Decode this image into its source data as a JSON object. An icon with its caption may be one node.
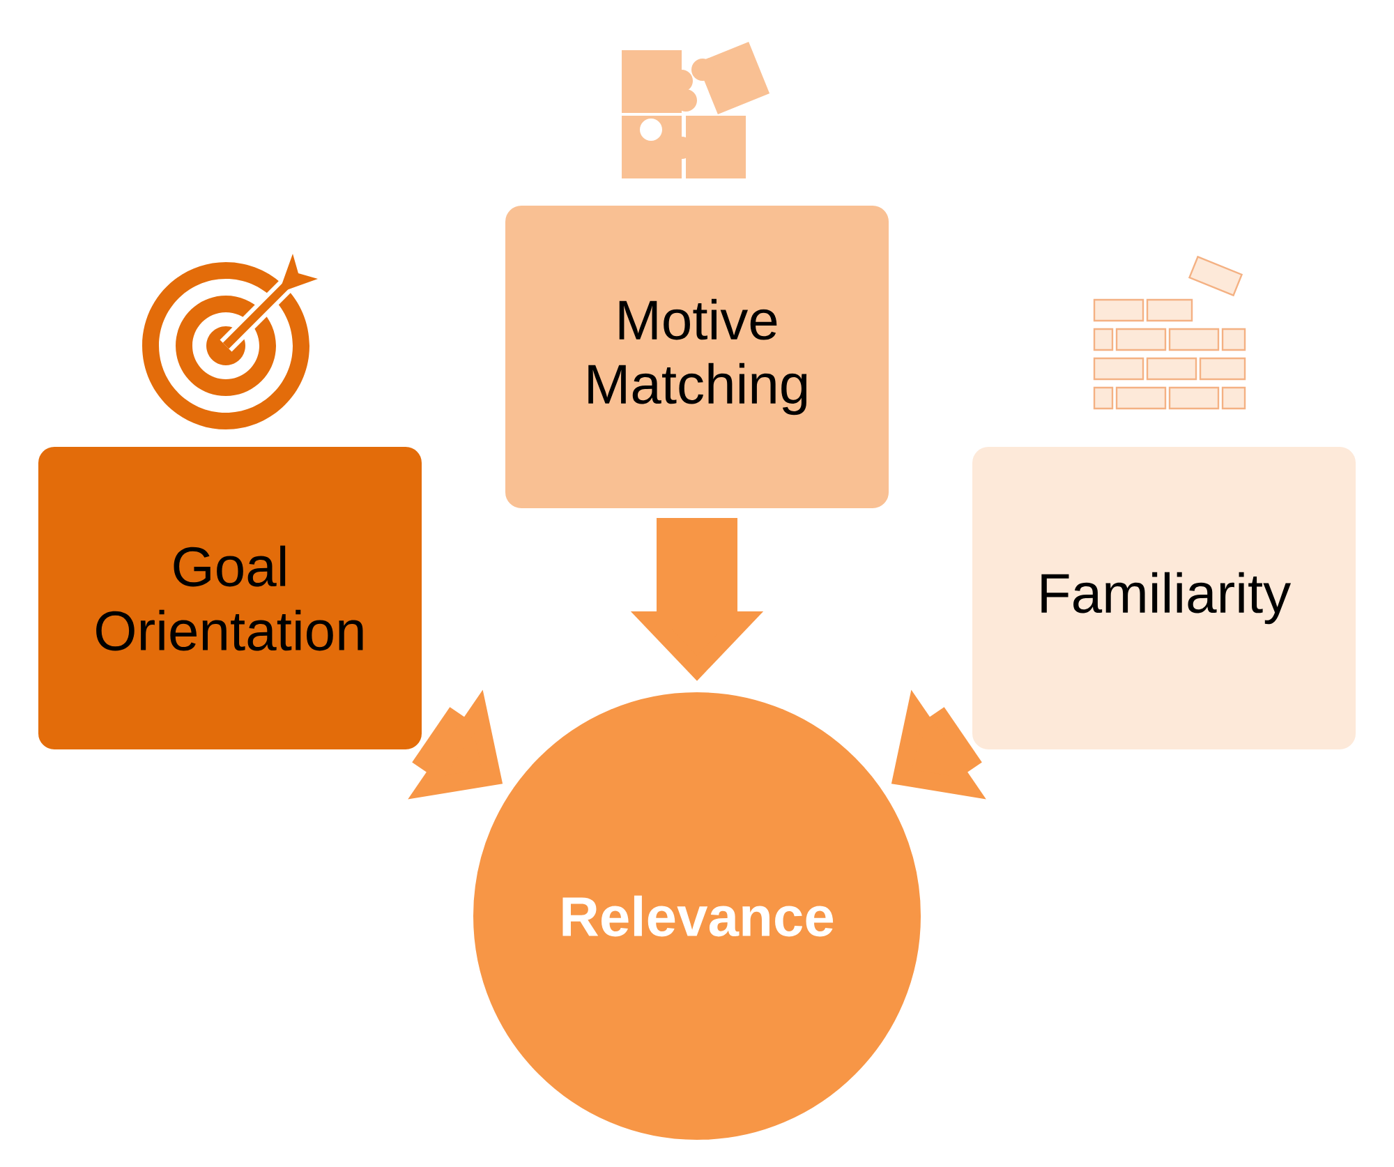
{
  "diagram": {
    "nodes": [
      {
        "text": [
          "Goal Orientation"
        ]
      },
      {
        "text": [
          "Motive Matching"
        ]
      },
      {
        "text": [
          "Familiarity"
        ]
      },
      {
        "text": [
          "Relevance"
        ]
      }
    ],
    "edges": [
      {
        "from": 0,
        "to": 3,
        "arrow": "to"
      },
      {
        "from": 1,
        "to": 3,
        "arrow": "to"
      },
      {
        "from": 2,
        "to": 3,
        "arrow": "to"
      }
    ]
  }
}
